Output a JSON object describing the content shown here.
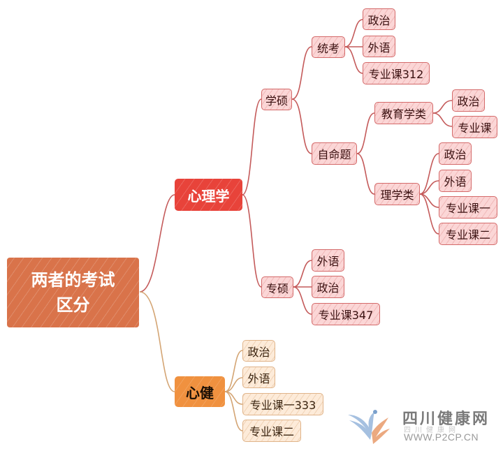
{
  "title": "两者的考试区分",
  "root": {
    "line1": "两者的考试",
    "line2": "区分"
  },
  "branches": {
    "psychology": {
      "label": "心理学",
      "academic": {
        "label": "学硕",
        "unified": {
          "label": "统考",
          "items": [
            "政治",
            "外语",
            "专业课312"
          ]
        },
        "self_set": {
          "label": "自命题",
          "education": {
            "label": "教育学类",
            "items": [
              "政治",
              "专业课"
            ]
          },
          "science": {
            "label": "理学类",
            "items": [
              "政治",
              "外语",
              "专业课一",
              "专业课二"
            ]
          }
        }
      },
      "professional": {
        "label": "专硕",
        "items": [
          "外语",
          "政治",
          "专业课347"
        ]
      }
    },
    "mental_health": {
      "label": "心健",
      "items": [
        "政治",
        "外语",
        "专业课一333",
        "专业课二"
      ]
    }
  },
  "colors": {
    "root": "#d9734a",
    "psychology": "#e8433a",
    "mental_health": "#f0913f",
    "pink_node_fill": "#fbd6d6",
    "pink_node_border": "#d46a6a",
    "peach_node_fill": "#fdebd9",
    "peach_node_border": "#e0b48a",
    "red_link": "#c45a5a",
    "orange_link": "#d4a574"
  },
  "watermark": {
    "title": "四川健康网",
    "subtitle": "四川健康网",
    "url": "WWW.P2CP.CN"
  }
}
